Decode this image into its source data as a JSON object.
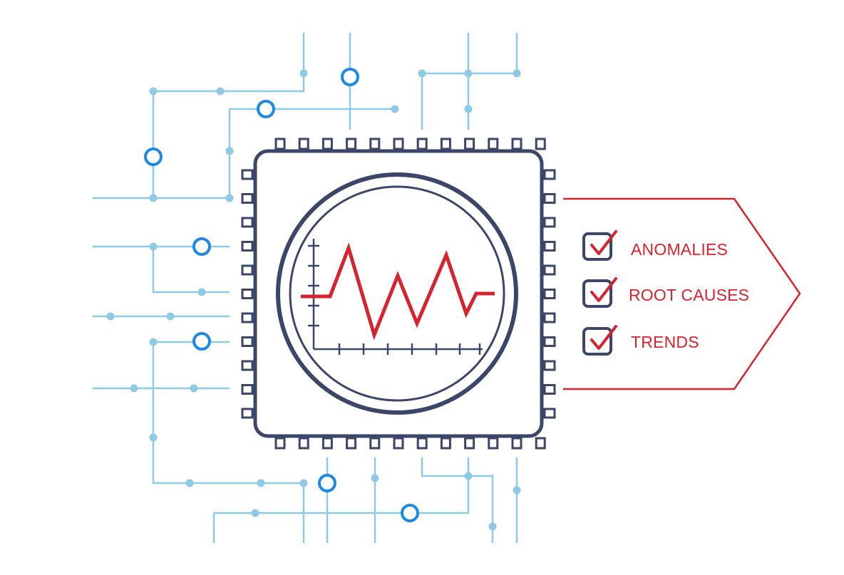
{
  "checklist": {
    "items": [
      {
        "label": "ANOMALIES",
        "checked": true
      },
      {
        "label": "ROOT CAUSES",
        "checked": true
      },
      {
        "label": "TRENDS",
        "checked": true
      }
    ]
  },
  "colors": {
    "trace": "#8ecae6",
    "node_ring": "#1e88e5",
    "chip_outline": "#3b4668",
    "accent_red": "#d62330"
  },
  "icons": {
    "chip": "processor-chip-icon",
    "signal": "waveform-chart-icon",
    "check": "checkbox-checked-icon"
  }
}
